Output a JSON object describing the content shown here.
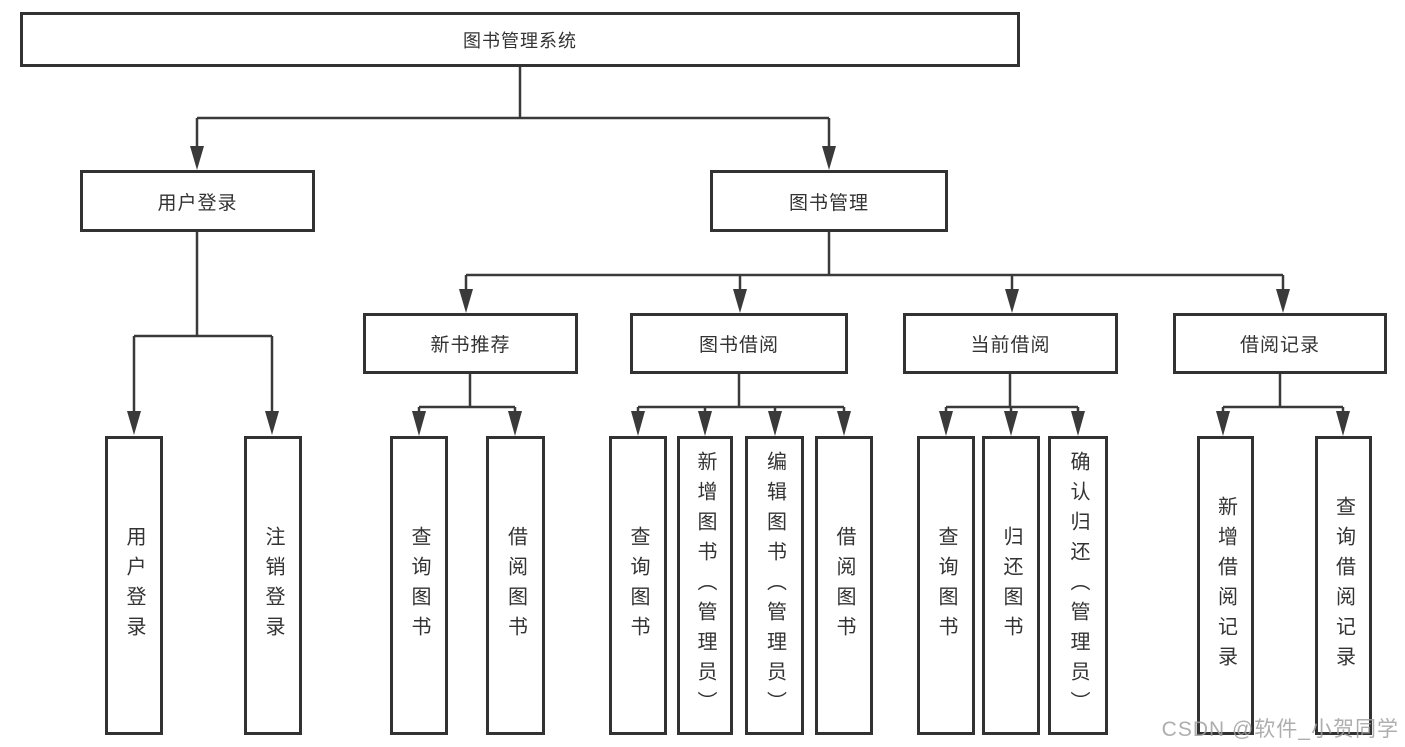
{
  "diagram": {
    "root": {
      "label": "图书管理系统"
    },
    "level2": [
      {
        "id": "user-login",
        "label": "用户登录"
      },
      {
        "id": "book-management",
        "label": "图书管理"
      }
    ],
    "level3": [
      {
        "id": "new-book-recommendation",
        "label": "新书推荐"
      },
      {
        "id": "book-borrowing",
        "label": "图书借阅"
      },
      {
        "id": "current-borrowing",
        "label": "当前借阅"
      },
      {
        "id": "borrowing-records",
        "label": "借阅记录"
      }
    ],
    "leaves": [
      {
        "parent": "user-login",
        "label": "用户登录"
      },
      {
        "parent": "user-login",
        "label": "注销登录"
      },
      {
        "parent": "new-book-recommendation",
        "label": "查询图书"
      },
      {
        "parent": "new-book-recommendation",
        "label": "借阅图书"
      },
      {
        "parent": "book-borrowing",
        "label": "查询图书"
      },
      {
        "parent": "book-borrowing",
        "label": "新增图书（管理员）"
      },
      {
        "parent": "book-borrowing",
        "label": "编辑图书（管理员）"
      },
      {
        "parent": "book-borrowing",
        "label": "借阅图书"
      },
      {
        "parent": "current-borrowing",
        "label": "查询图书"
      },
      {
        "parent": "current-borrowing",
        "label": "归还图书"
      },
      {
        "parent": "current-borrowing",
        "label": "确认归还（管理员）"
      },
      {
        "parent": "borrowing-records",
        "label": "新增借阅记录"
      },
      {
        "parent": "borrowing-records",
        "label": "查询借阅记录"
      }
    ]
  },
  "watermark": {
    "text": "CSDN @软件_小贺同学"
  },
  "colors": {
    "line": "#3a3a3a",
    "box_border": "#323232",
    "text": "#333333",
    "background": "#ffffff",
    "watermark": "#a0a0a0"
  }
}
